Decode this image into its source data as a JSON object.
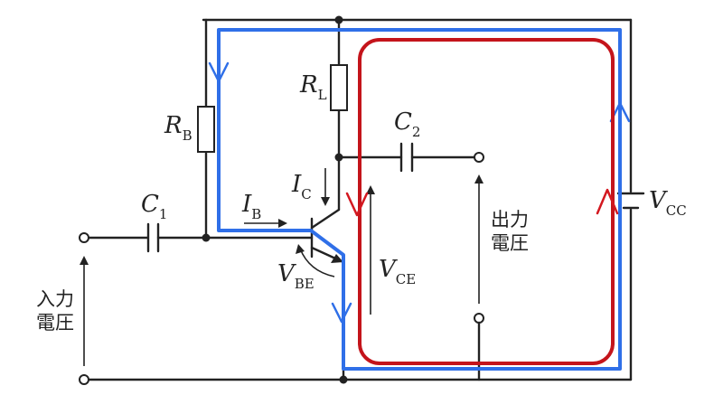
{
  "labels": {
    "rb": {
      "main": "R",
      "sub": "B"
    },
    "rl": {
      "main": "R",
      "sub": "L"
    },
    "c1": {
      "main": "C",
      "sub": "1"
    },
    "c2": {
      "main": "C",
      "sub": "2"
    },
    "ic": {
      "main": "I",
      "sub": "C"
    },
    "ib": {
      "main": "I",
      "sub": "B"
    },
    "vbe": {
      "main": "V",
      "sub": "BE"
    },
    "vce": {
      "main": "V",
      "sub": "CE"
    },
    "vcc": {
      "main": "V",
      "sub": "CC"
    },
    "input_voltage": {
      "line1": "入力",
      "line2": "電圧"
    },
    "output_voltage": {
      "line1": "出力",
      "line2": "電圧"
    }
  },
  "colors": {
    "wire": "#222222",
    "blue_loop": "#2f6fe8",
    "red_loop": "#c4141b",
    "background": "#ffffff"
  },
  "annotations": {
    "blue_loop": "base-emitter loop overlay",
    "red_loop": "collector-emitter loop overlay"
  }
}
